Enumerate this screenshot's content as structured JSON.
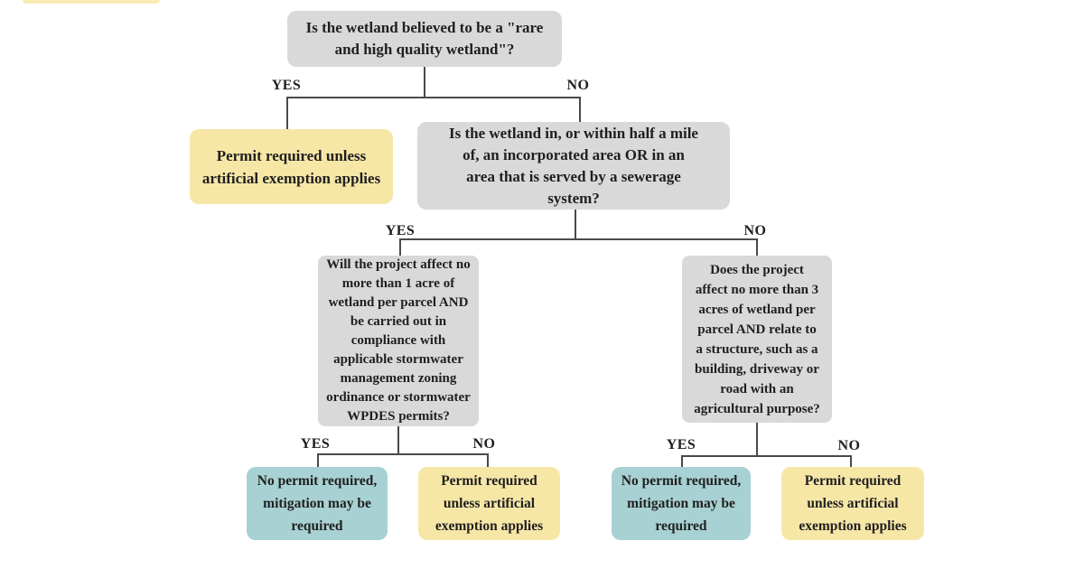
{
  "labels": {
    "yes": "YES",
    "no": "NO"
  },
  "nodes": {
    "q_rare_wetland": "Is the wetland believed to be a \"rare\nand high quality wetland\"?",
    "permit_required_top": "Permit required unless\nartificial exemption applies",
    "q_incorporated_area": "Is the wetland in, or within half a mile\nof, an incorporated area OR in an\narea that is served by a sewerage\nsystem?",
    "q_one_acre": "Will the project affect no\nmore than 1 acre of\nwetland per parcel AND\nbe carried out in\ncompliance with\napplicable stormwater\nmanagement zoning\nordinance or stormwater\nWPDES permits?",
    "q_three_acres": "Does the project\naffect no more than 3\nacres of wetland per\nparcel AND relate to\na structure, such as a\nbuilding, driveway or\nroad with an\nagricultural purpose?",
    "no_permit_left": "No permit required,\nmitigation may be\nrequired",
    "permit_required_bottom_left": "Permit required\nunless artificial\nexemption applies",
    "no_permit_right": "No permit required,\nmitigation may be\nrequired",
    "permit_required_bottom_right": "Permit required\nunless artificial\nexemption applies"
  },
  "colors": {
    "question_box": "#d9d9d9",
    "permit_box": "#f7e7a7",
    "no_permit_box": "#a8d1d3",
    "connector": "#4a4a4a",
    "text": "#1f1f1f"
  }
}
